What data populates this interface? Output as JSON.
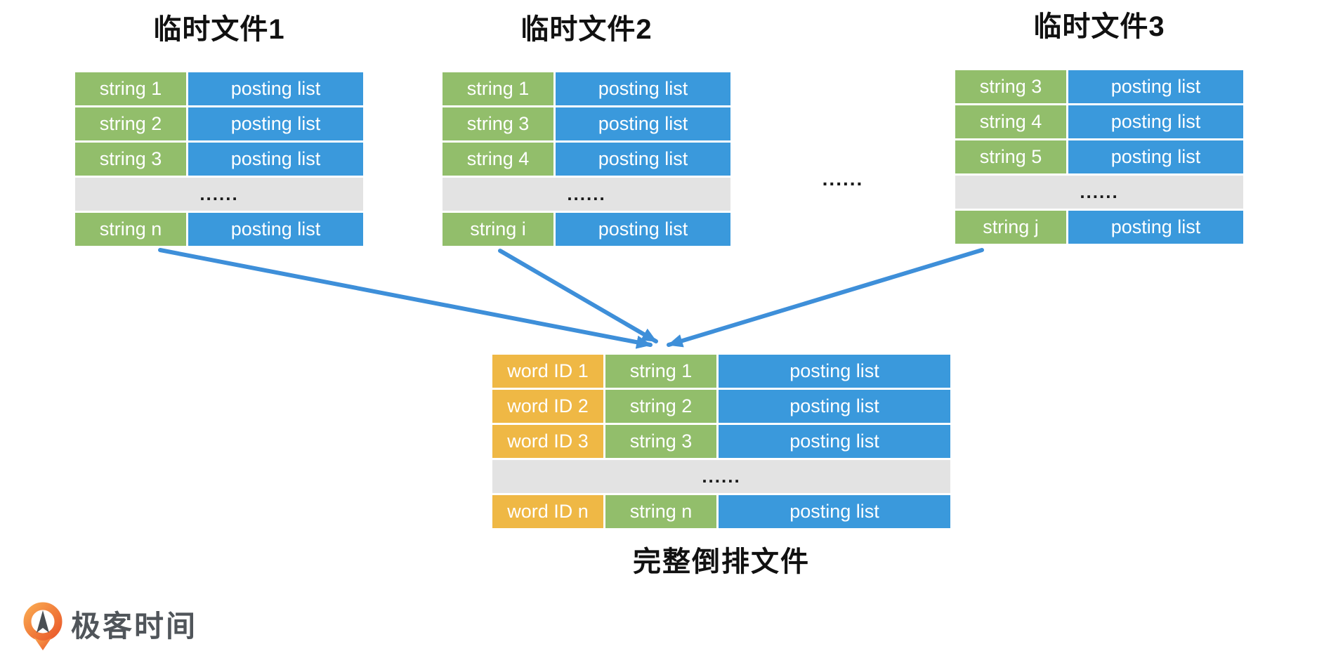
{
  "files": [
    {
      "title": "临时文件1",
      "rows": [
        {
          "cells": [
            {
              "kind": "key",
              "text": "string 1"
            },
            {
              "kind": "posting",
              "text": "posting list"
            }
          ]
        },
        {
          "cells": [
            {
              "kind": "key",
              "text": "string 2"
            },
            {
              "kind": "posting",
              "text": "posting list"
            }
          ]
        },
        {
          "cells": [
            {
              "kind": "key",
              "text": "string 3"
            },
            {
              "kind": "posting",
              "text": "posting list"
            }
          ]
        },
        {
          "ellipsis": "......"
        },
        {
          "cells": [
            {
              "kind": "key",
              "text": "string n"
            },
            {
              "kind": "posting",
              "text": "posting list"
            }
          ]
        }
      ]
    },
    {
      "title": "临时文件2",
      "rows": [
        {
          "cells": [
            {
              "kind": "key",
              "text": "string 1"
            },
            {
              "kind": "posting",
              "text": "posting list"
            }
          ]
        },
        {
          "cells": [
            {
              "kind": "key",
              "text": "string 3"
            },
            {
              "kind": "posting",
              "text": "posting list"
            }
          ]
        },
        {
          "cells": [
            {
              "kind": "key",
              "text": "string 4"
            },
            {
              "kind": "posting",
              "text": "posting list"
            }
          ]
        },
        {
          "ellipsis": "......"
        },
        {
          "cells": [
            {
              "kind": "key",
              "text": "string i"
            },
            {
              "kind": "posting",
              "text": "posting list"
            }
          ]
        }
      ]
    },
    {
      "title": "临时文件3",
      "rows": [
        {
          "cells": [
            {
              "kind": "key",
              "text": "string 3"
            },
            {
              "kind": "posting",
              "text": "posting list"
            }
          ]
        },
        {
          "cells": [
            {
              "kind": "key",
              "text": "string 4"
            },
            {
              "kind": "posting",
              "text": "posting list"
            }
          ]
        },
        {
          "cells": [
            {
              "kind": "key",
              "text": "string 5"
            },
            {
              "kind": "posting",
              "text": "posting list"
            }
          ]
        },
        {
          "ellipsis": "......"
        },
        {
          "cells": [
            {
              "kind": "key",
              "text": "string j"
            },
            {
              "kind": "posting",
              "text": "posting list"
            }
          ]
        }
      ]
    }
  ],
  "files_ellipsis": "......",
  "merged": {
    "label": "完整倒排文件",
    "rows": [
      {
        "cells": [
          {
            "kind": "id",
            "text": "word ID 1"
          },
          {
            "kind": "key",
            "text": "string 1"
          },
          {
            "kind": "posting",
            "text": "posting list"
          }
        ]
      },
      {
        "cells": [
          {
            "kind": "id",
            "text": "word ID 2"
          },
          {
            "kind": "key",
            "text": "string 2"
          },
          {
            "kind": "posting",
            "text": "posting list"
          }
        ]
      },
      {
        "cells": [
          {
            "kind": "id",
            "text": "word ID 3"
          },
          {
            "kind": "key",
            "text": "string 3"
          },
          {
            "kind": "posting",
            "text": "posting list"
          }
        ]
      },
      {
        "ellipsis": "......"
      },
      {
        "cells": [
          {
            "kind": "id",
            "text": "word ID n"
          },
          {
            "kind": "key",
            "text": "string n"
          },
          {
            "kind": "posting",
            "text": "posting list"
          }
        ]
      }
    ]
  },
  "logo": {
    "brand": "极客时间"
  },
  "colors": {
    "green": "#92BE6B",
    "blue": "#3A99DC",
    "orange": "#EFB845",
    "gray_row": "#E3E3E3",
    "arrow": "#3E8FD9",
    "title_color": "#111111",
    "dots_color": "#1A1A1A",
    "logo_orange_1": "#F9A64F",
    "logo_orange_2": "#EA5A2B",
    "logo_text": "#50555A"
  }
}
